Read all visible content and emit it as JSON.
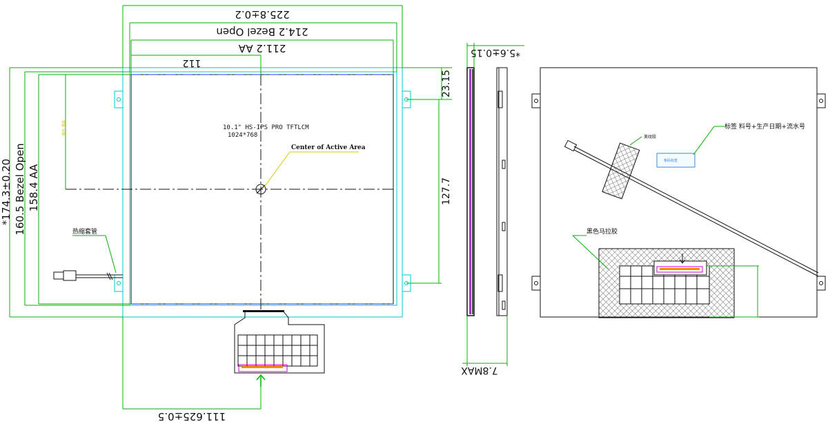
{
  "dimensions": {
    "outline_width": "225.8±0.2",
    "bezel_open_width": "214.2 Bezel Open",
    "aa_width": "211.2 AA",
    "center_x": "112",
    "outline_height": "*174.3±0.20",
    "bezel_open_height": "160.5 Bezel Open",
    "aa_height": "158.4 AA",
    "bracket_top": "23.15",
    "bracket_pitch": "127.7",
    "fpc_offset": "111.625±0.5",
    "thickness": "*5.6±0.15",
    "max_thickness": "7.8MAX",
    "center_y_small": "80.86"
  },
  "labels": {
    "panel_line1": "10.1\" HS-IPS  PRO  TFTLCM",
    "panel_line2": "1024*768",
    "center_of_active_area": "Center of Active Area",
    "heat_shrink": "热缩套管",
    "label_sticker": "标签   料号+生产日期+流水号",
    "label_small": "条码标签",
    "black_tape": "黑色马拉胶",
    "tape_small": "美纹胶"
  }
}
